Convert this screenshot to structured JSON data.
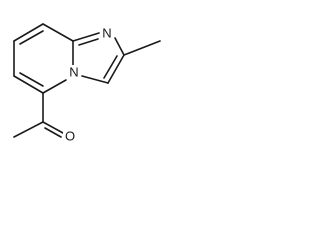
{
  "molecule": {
    "atoms": {
      "imidazole_nitrogen": "N",
      "bridgehead_nitrogen": "N",
      "carbonyl_oxygen": "O"
    }
  },
  "colors": {
    "bond": "#1a1a1a",
    "background": "#ffffff"
  }
}
